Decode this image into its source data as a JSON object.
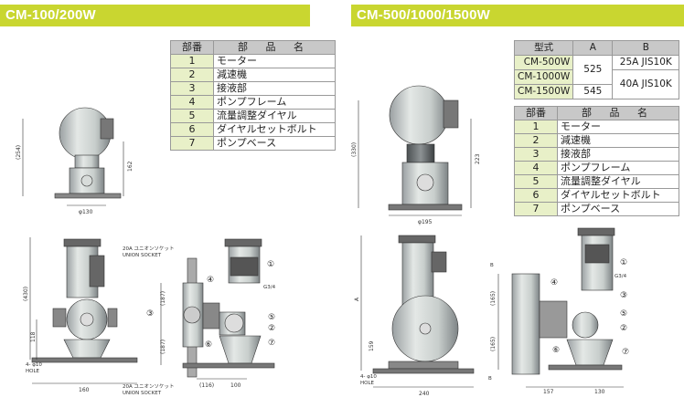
{
  "left": {
    "header": "CM-100/200W",
    "parts_table": {
      "col_no": "部番",
      "col_name": "部 品 名",
      "rows": [
        {
          "no": "1",
          "name": "モーター"
        },
        {
          "no": "2",
          "name": "減速機"
        },
        {
          "no": "3",
          "name": "接液部"
        },
        {
          "no": "4",
          "name": "ポンプフレーム"
        },
        {
          "no": "5",
          "name": "流量調整ダイヤル"
        },
        {
          "no": "6",
          "name": "ダイヤルセットボルト"
        },
        {
          "no": "7",
          "name": "ポンプベース"
        }
      ]
    },
    "dims": {
      "d254": "(254)",
      "d162": "162",
      "d130": "φ130",
      "d430": "(430)",
      "d118": "118",
      "d187a": "(187)",
      "d187b": "(187)",
      "d160": "160",
      "d116": "(116)",
      "d100": "100",
      "hole": "4- φ10",
      "hole2": "HOLE",
      "g34": "G3/4",
      "union_top_jp": "20A ユニオンソケット",
      "union_top_en": "UNION SOCKET",
      "union_bot_jp": "20A ユニオンソケット",
      "union_bot_en": "UNION SOCKET"
    },
    "callouts": [
      "①",
      "②",
      "③",
      "④",
      "⑤",
      "⑥",
      "⑦"
    ]
  },
  "right": {
    "header": "CM-500/1000/1500W",
    "model_table": {
      "col_model": "型式",
      "col_a": "A",
      "col_b": "B",
      "rows": [
        {
          "model": "CM-500W",
          "a": "525",
          "b": "25A JIS10K"
        },
        {
          "model": "CM-1000W",
          "a": "",
          "b": "40A JIS10K"
        },
        {
          "model": "CM-1500W",
          "a": "545",
          "b": ""
        }
      ]
    },
    "parts_table": {
      "col_no": "部番",
      "col_name": "部 品 名",
      "rows": [
        {
          "no": "1",
          "name": "モーター"
        },
        {
          "no": "2",
          "name": "減速機"
        },
        {
          "no": "3",
          "name": "接液部"
        },
        {
          "no": "4",
          "name": "ポンプフレーム"
        },
        {
          "no": "5",
          "name": "流量調整ダイヤル"
        },
        {
          "no": "6",
          "name": "ダイヤルセットボルト"
        },
        {
          "no": "7",
          "name": "ポンプベース"
        }
      ]
    },
    "dims": {
      "d330": "(330)",
      "d223": "223",
      "d195": "φ195",
      "dA": "A",
      "d159": "159",
      "d165a": "(165)",
      "d165b": "(165)",
      "d240": "240",
      "d157": "157",
      "d130": "130",
      "hole": "4- φ10",
      "hole2": "HOLE",
      "g34": "G3/4",
      "B1": "B",
      "B2": "B"
    }
  }
}
